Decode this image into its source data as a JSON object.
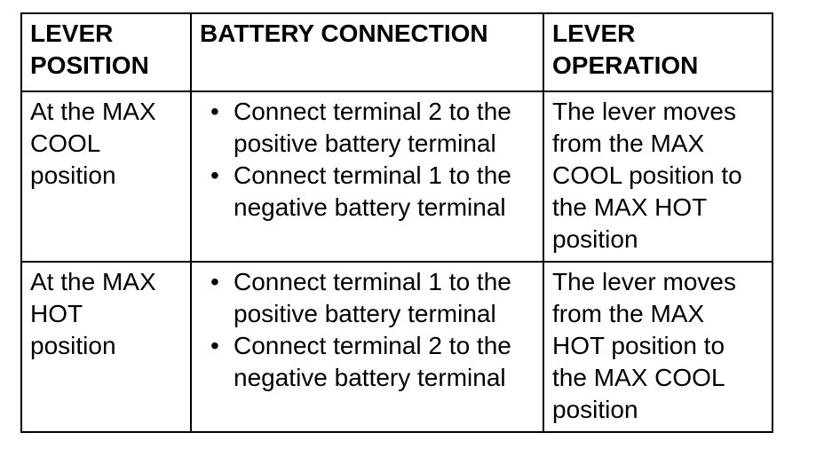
{
  "headers": {
    "col1": [
      "LEVER",
      "POSITION"
    ],
    "col2": [
      "BATTERY CONNECTION"
    ],
    "col3": [
      "LEVER",
      "OPERATION"
    ]
  },
  "rows": [
    {
      "position": [
        "At the MAX",
        "COOL",
        "position"
      ],
      "connections": [
        [
          "Connect terminal 2 to the",
          "positive battery terminal"
        ],
        [
          "Connect terminal 1 to the",
          "negative battery terminal"
        ]
      ],
      "operation": [
        "The lever moves",
        "from the MAX",
        "COOL position to",
        "the MAX HOT",
        "position"
      ]
    },
    {
      "position": [
        "At the MAX",
        "HOT",
        "position"
      ],
      "connections": [
        [
          "Connect terminal 1 to the",
          "positive battery terminal"
        ],
        [
          "Connect terminal 2 to the",
          "negative battery terminal"
        ]
      ],
      "operation": [
        "The lever moves",
        "from the MAX",
        "HOT position to",
        "the MAX COOL",
        "position"
      ]
    }
  ],
  "bullet_glyph": "•"
}
